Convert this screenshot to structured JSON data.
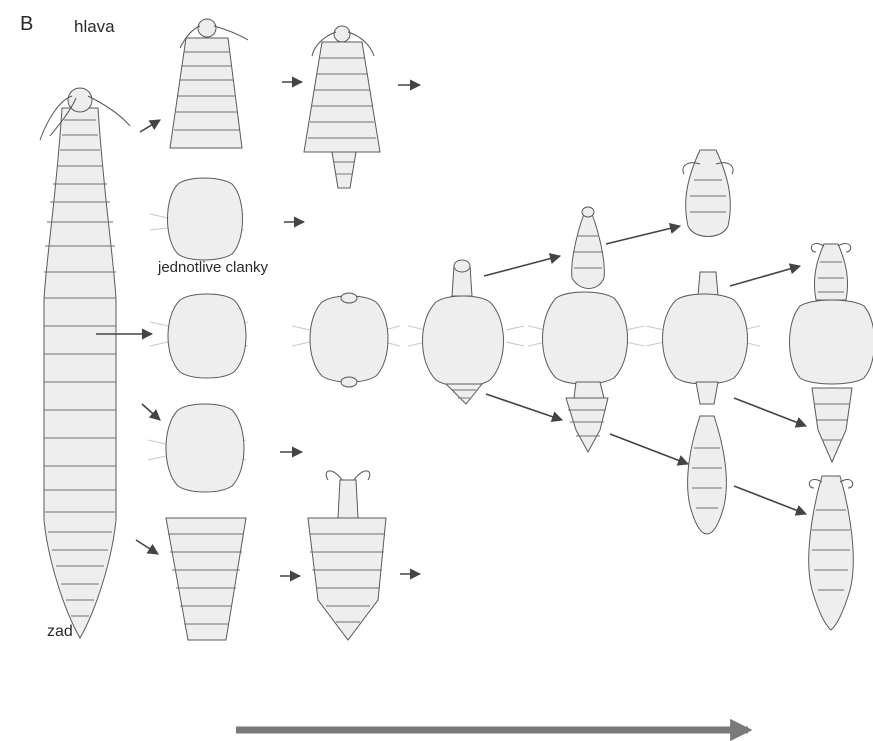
{
  "panel_letter": "B",
  "labels": {
    "head": "hlava",
    "segments": "jednotlive clanky",
    "rear": "zadˇ"
  },
  "colors": {
    "body_fill": "#eeeeee",
    "outline": "#5a5a5a",
    "time_arrow": "#7a7a7a"
  }
}
